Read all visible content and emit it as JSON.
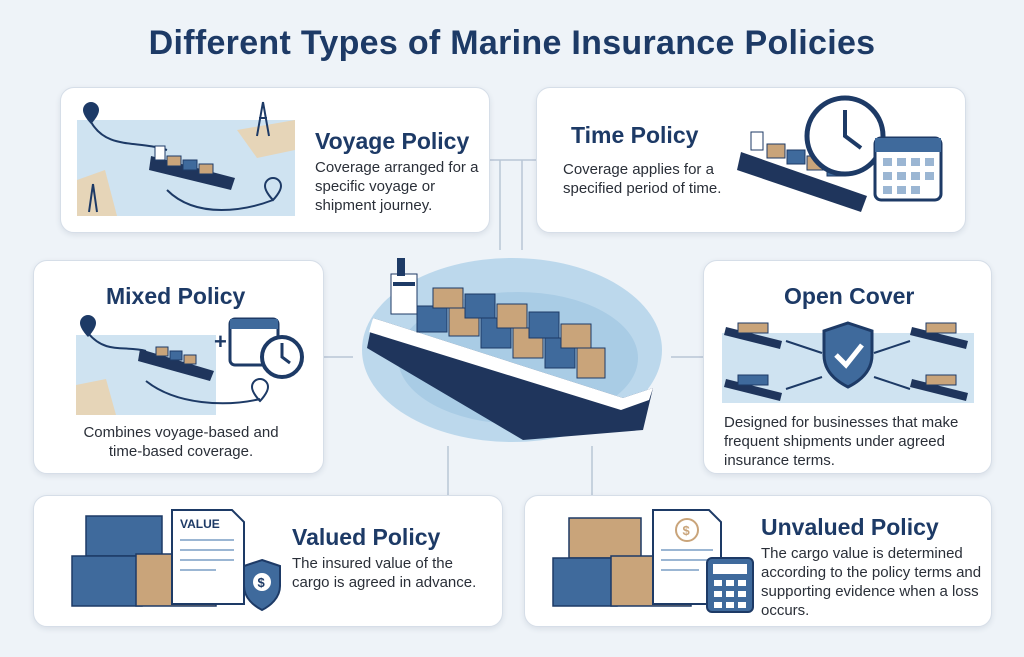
{
  "title": "Different Types of Marine Insurance Policies",
  "policies": {
    "voyage": {
      "title": "Voyage Policy",
      "description": "Coverage arranged for a specific voyage or shipment journey."
    },
    "time": {
      "title": "Time Policy",
      "description": "Coverage applies for a specified period of time."
    },
    "mixed": {
      "title": "Mixed Policy",
      "description": "Combines voyage-based and time-based coverage."
    },
    "open": {
      "title": "Open Cover",
      "description": "Designed for businesses that make frequent shipments under agreed insurance terms."
    },
    "valued": {
      "title": "Valued Policy",
      "description": "The insured value of the cargo is agreed in advance.",
      "document_label": "VALUE"
    },
    "unvalued": {
      "title": "Unvalued Policy",
      "description": "The cargo value is determined according to the policy terms and supporting evidence when a loss occurs."
    }
  },
  "colors": {
    "navy": "#1d3a66",
    "sea": "#cfe3f1",
    "container_tan": "#c9a47a",
    "container_blue": "#3f6a9c",
    "background": "#eef3f8"
  },
  "icons": [
    "location-pin-icon",
    "oil-rig-icon",
    "cargo-ship-icon",
    "clock-icon",
    "calendar-icon",
    "shield-check-icon",
    "document-icon",
    "dollar-shield-icon",
    "calculator-icon",
    "container-icon"
  ]
}
